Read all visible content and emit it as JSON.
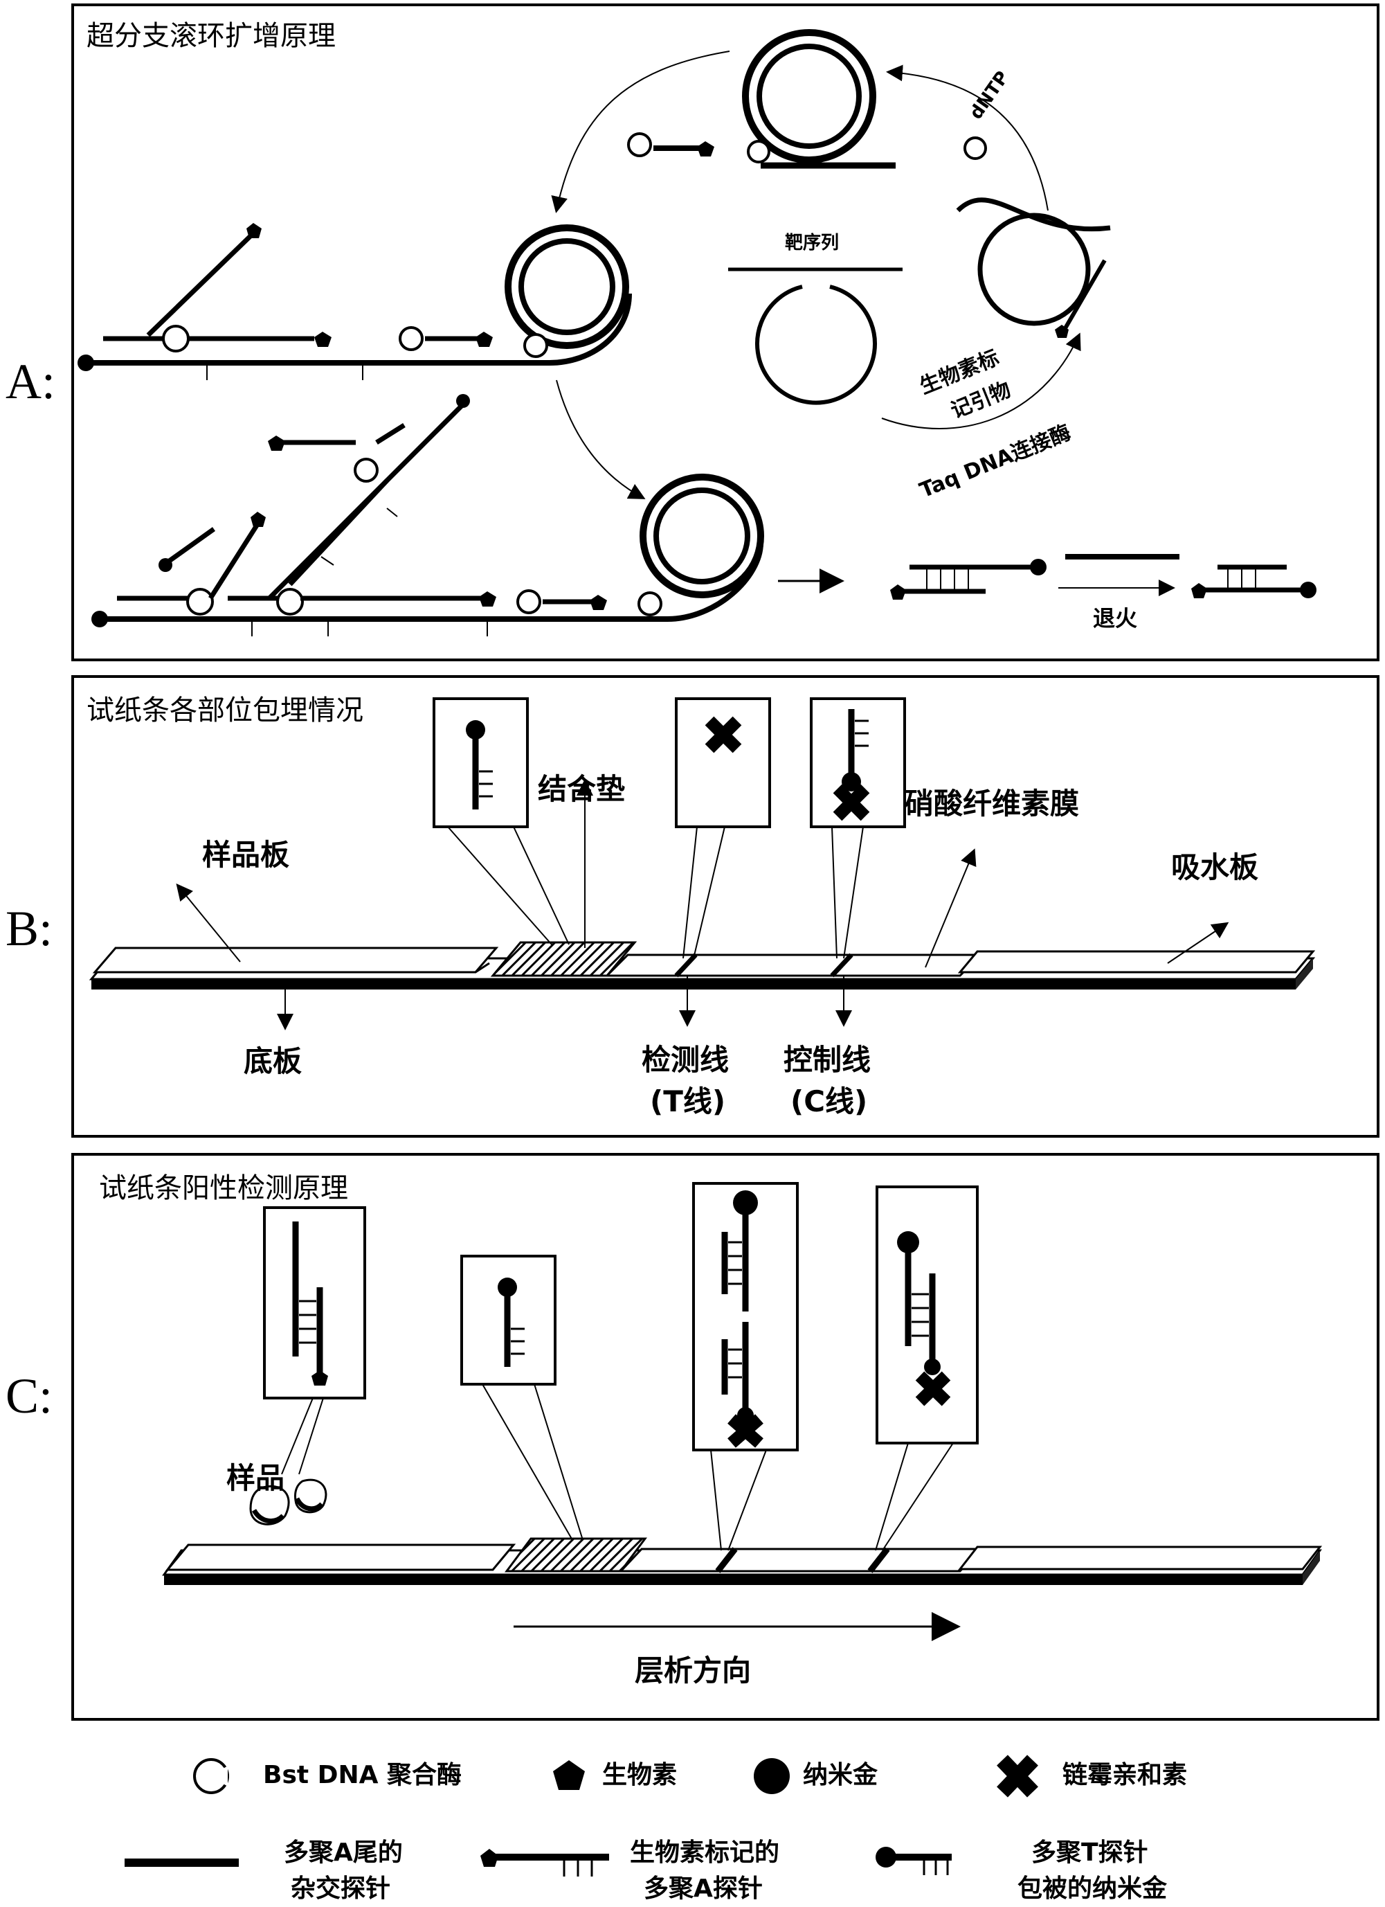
{
  "panels": {
    "a": {
      "label": "A:",
      "title": "超分支滚环扩增原理",
      "target_sequence": "靶序列",
      "dntp": "dNTP",
      "biotin_primer_line1": "生物素标",
      "biotin_primer_line2": "记引物",
      "ligase": "Taq DNA连接酶",
      "annealing": "退火"
    },
    "b": {
      "label": "B:",
      "title": "试纸条各部位包埋情况",
      "sample_pad": "样品板",
      "conjugate_pad": "结合垫",
      "nc_membrane": "硝酸纤维素膜",
      "absorbent_pad": "吸水板",
      "backing": "底板",
      "test_line": "检测线",
      "test_line_sub": "(T线)",
      "control_line": "控制线",
      "control_line_sub": "(C线)"
    },
    "c": {
      "label": "C:",
      "title": "试纸条阳性检测原理",
      "sample": "样品",
      "direction": "层析方向"
    }
  },
  "legend": {
    "polymerase": "Bst DNA 聚合酶",
    "biotin": "生物素",
    "gold": "纳米金",
    "streptavidin": "链霉亲和素",
    "polyA_probe_line1": "多聚A尾的",
    "polyA_probe_line2": "杂交探针",
    "biotin_polyA_line1": "生物素标记的",
    "biotin_polyA_line2": "多聚A探针",
    "polyT_gold_line1": "多聚T探针",
    "polyT_gold_line2": "包被的纳米金"
  }
}
